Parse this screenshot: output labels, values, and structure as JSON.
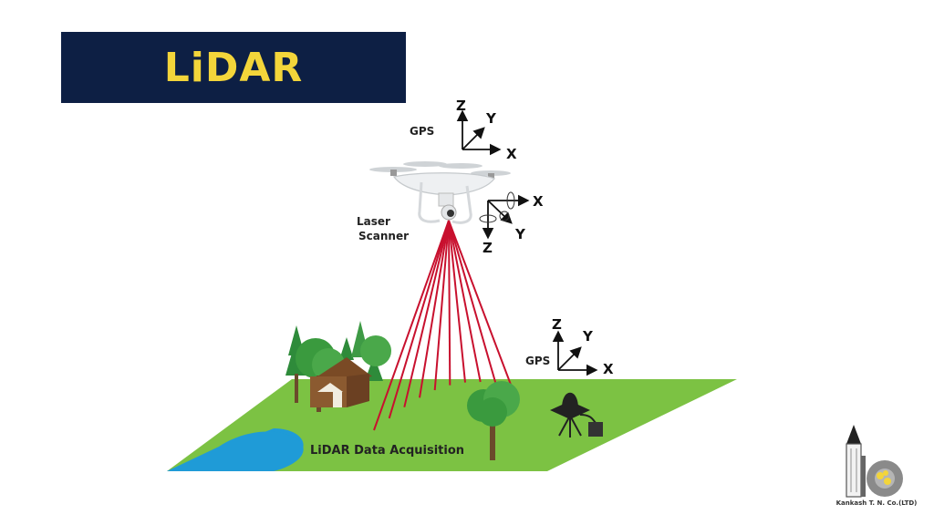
{
  "title": "LiDAR",
  "labels": {
    "gps_drone": "GPS",
    "gps_ground": "GPS",
    "laser_line1": "Laser",
    "laser_line2": "Scanner",
    "acquisition": "LiDAR Data Acquisition"
  },
  "axes": {
    "drone_gps": {
      "z": "Z",
      "y": "Y",
      "x": "X"
    },
    "scanner": {
      "x": "X",
      "y": "Y",
      "z": "Z"
    },
    "ground_gps": {
      "z": "Z",
      "y": "Y",
      "x": "X"
    }
  },
  "logo": {
    "caption": "Kankash T. N. Co.(LTD)"
  },
  "colors": {
    "banner": "#0d1f44",
    "title": "#f3d53a",
    "ground": "#7cc243",
    "water": "#1f9bd7",
    "laser": "#c8102e"
  },
  "laser": {
    "beam_count": 10
  }
}
